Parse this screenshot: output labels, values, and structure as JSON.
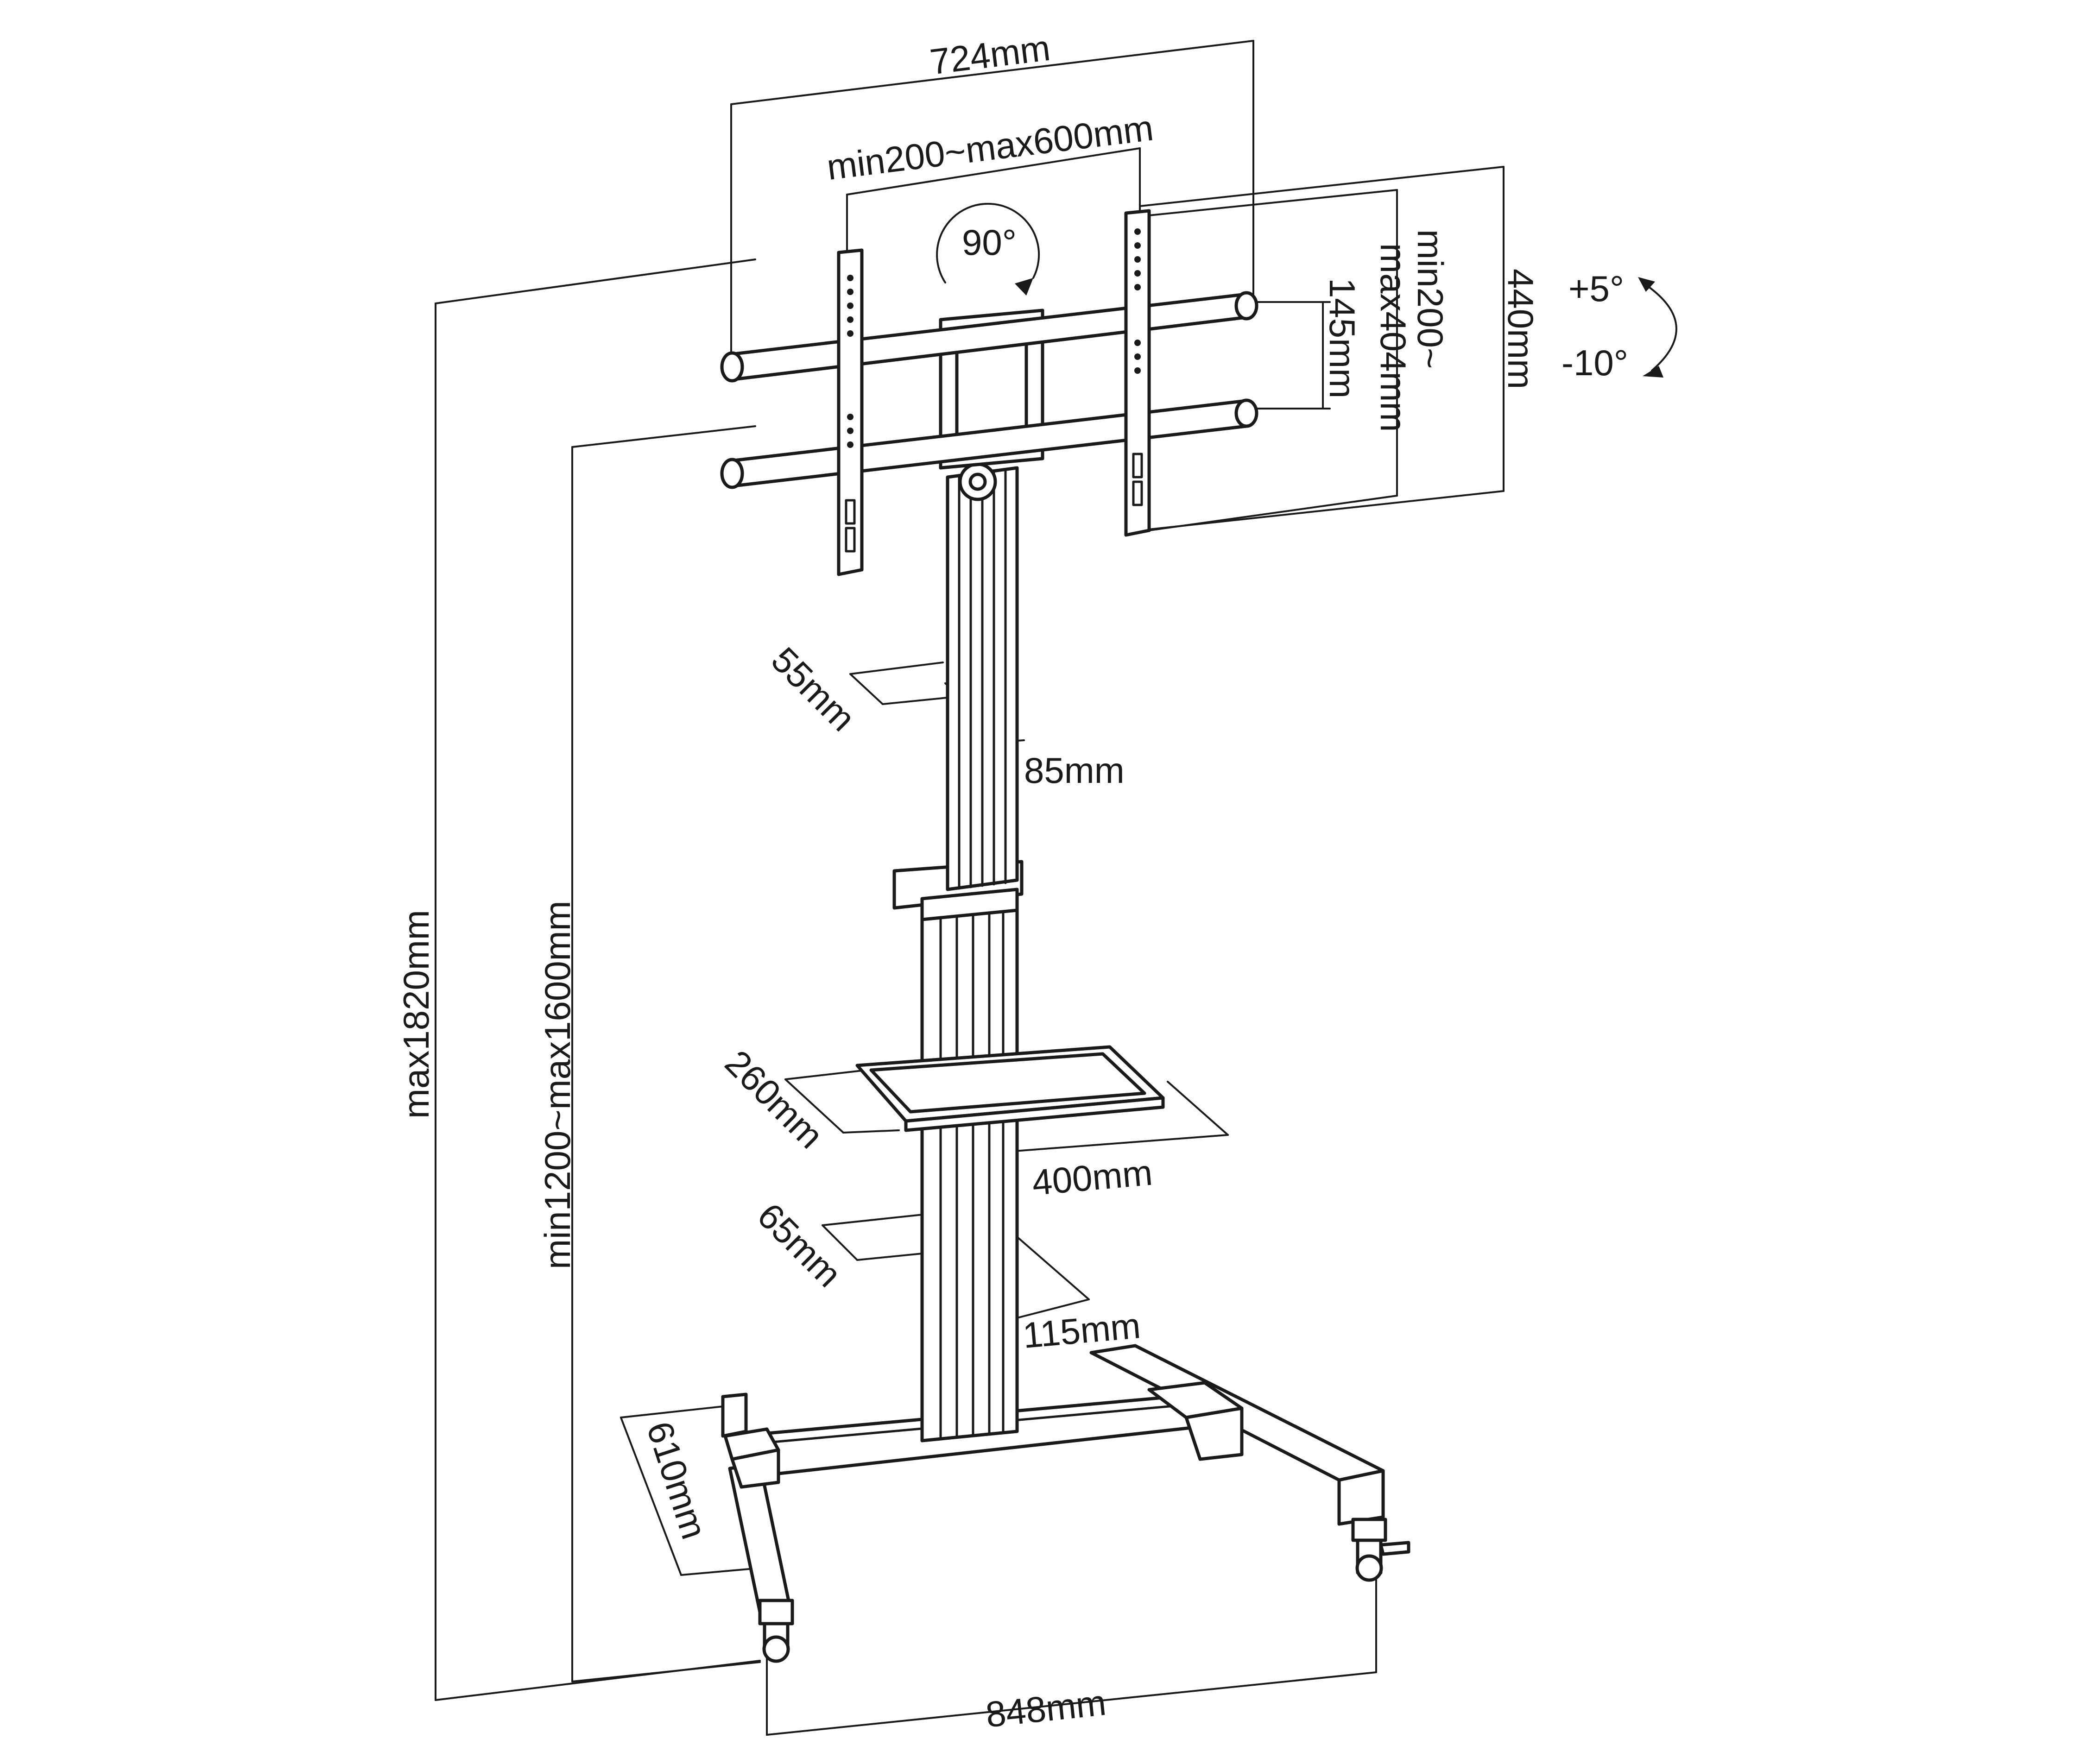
{
  "colors": {
    "line": "#1a1a1a",
    "background": "#ffffff"
  },
  "labels": {
    "width_overall": "724mm",
    "vesa_horizontal": "min200~max600mm",
    "rotation": "90°",
    "vesa_vertical_line1": "min200~",
    "vesa_vertical_line2": "max404mm",
    "bracket_height": "440mm",
    "rail_spacing": "145mm",
    "tilt_up": "+5°",
    "tilt_down": "-10°",
    "upper_pole_depth": "55mm",
    "upper_pole_width": "85mm",
    "shelf_depth": "260mm",
    "shelf_width": "400mm",
    "lower_pole_depth": "65mm",
    "lower_pole_width": "115mm",
    "base_depth": "610mm",
    "base_width": "848mm",
    "max_height": "max1820mm",
    "height_range": "min1200~max1600mm"
  }
}
